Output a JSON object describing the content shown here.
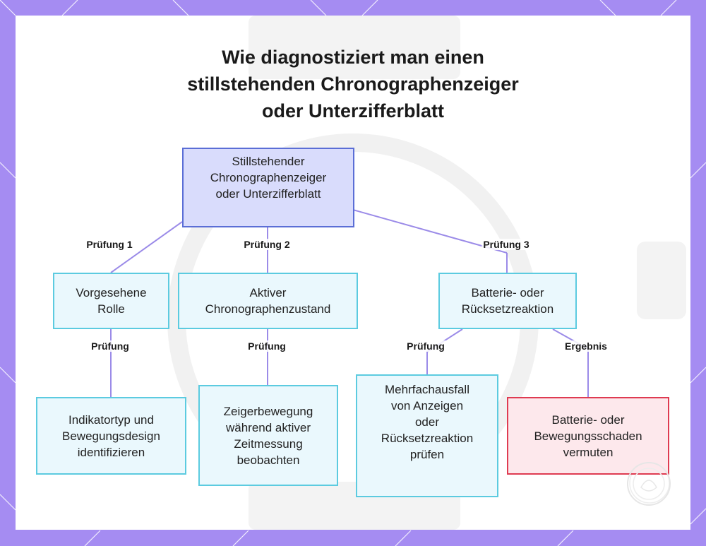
{
  "title": "Wie diagnostiziert man einen\nstillstehenden Chronographenzeiger\noder Unterzifferblatt",
  "colors": {
    "frame": "#a58cf2",
    "link": "#9b8be8",
    "root_fill": "#d9dcfc",
    "root_border": "#5b6ed6",
    "step_fill": "#eaf8fd",
    "step_border": "#5ccbe0",
    "result_fill": "#fde8ec",
    "result_border": "#df3b51"
  },
  "nodes": {
    "root": "Stillstehender\nChronographenzeiger\noder Unterzifferblatt",
    "role": "Vorgesehene\nRolle",
    "chrono_state": "Aktiver\nChronographenzustand",
    "battery_reset": "Batterie- oder\nRücksetzreaktion",
    "identify": "Indikatortyp und\nBewegungsdesign\nidentifizieren",
    "observe": "Zeigerbewegung\nwährend aktiver\nZeitmessung\nbeobachten",
    "check_multi": "Mehrfachausfall\nvon Anzeigen\noder\nRücksetzreaktion\nprüfen",
    "suspect": "Batterie- oder\nBewegungsschaden\nvermuten"
  },
  "edge_labels": {
    "check1": "Prüfung 1",
    "check2": "Prüfung 2",
    "check3": "Prüfung 3",
    "role_check": "Prüfung",
    "state_check": "Prüfung",
    "battery_check": "Prüfung",
    "battery_result": "Ergebnis"
  }
}
